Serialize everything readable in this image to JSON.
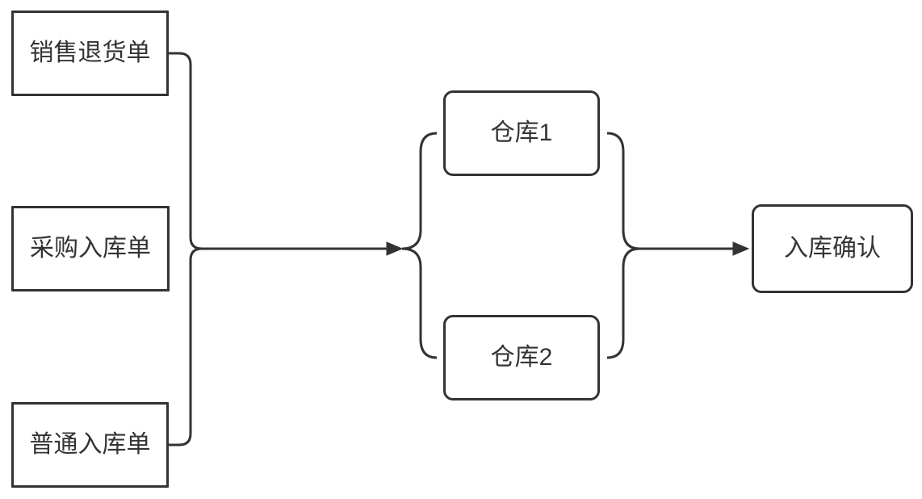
{
  "diagram": {
    "type": "flowchart",
    "background_color": "#ffffff",
    "stroke_color": "#333333",
    "text_color": "#333333",
    "nodes": {
      "sales_return": {
        "label": "销售退货单",
        "shape": "rectangle-sharp"
      },
      "purchase_inbound": {
        "label": "采购入库单",
        "shape": "rectangle-sharp"
      },
      "ordinary_inbound": {
        "label": "普通入库单",
        "shape": "rectangle-sharp"
      },
      "warehouse_1": {
        "label": "仓库1",
        "shape": "rectangle-rounded"
      },
      "warehouse_2": {
        "label": "仓库2",
        "shape": "rectangle-rounded"
      },
      "inbound_confirm": {
        "label": "入库确认",
        "shape": "rectangle-rounded"
      }
    },
    "edges": [
      {
        "from": [
          "sales_return",
          "purchase_inbound",
          "ordinary_inbound"
        ],
        "to": [
          "warehouse_1",
          "warehouse_2"
        ],
        "style": "brace-merge-then-arrow"
      },
      {
        "from": [
          "warehouse_1",
          "warehouse_2"
        ],
        "to": [
          "inbound_confirm"
        ],
        "style": "brace-merge-then-arrow"
      }
    ]
  }
}
